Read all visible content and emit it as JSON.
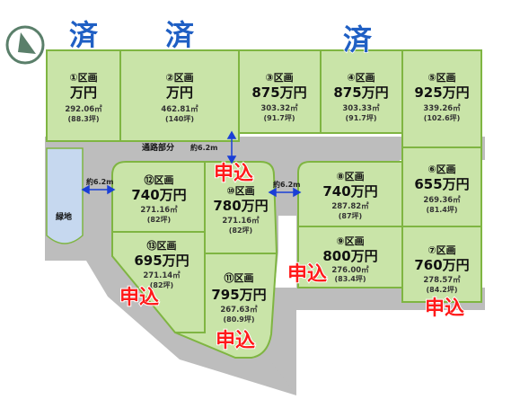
{
  "road": {
    "label": "通路部分",
    "width_label": "約6.2m"
  },
  "green_space": {
    "label": "緑地"
  },
  "dimensions": {
    "left": "約6.2m",
    "right": "約6.2m"
  },
  "lots": [
    {
      "num": "①区画",
      "price": "万円",
      "area": "292.06㎡",
      "tsubo": "(88.3坪)"
    },
    {
      "num": "②区画",
      "price": "万円",
      "area": "462.81㎡",
      "tsubo": "(140坪)"
    },
    {
      "num": "③区画",
      "price": "875万円",
      "area": "303.32㎡",
      "tsubo": "(91.7坪)"
    },
    {
      "num": "④区画",
      "price": "875万円",
      "area": "303.33㎡",
      "tsubo": "(91.7坪)"
    },
    {
      "num": "⑤区画",
      "price": "925万円",
      "area": "339.26㎡",
      "tsubo": "(102.6坪)"
    },
    {
      "num": "⑥区画",
      "price": "655万円",
      "area": "269.36㎡",
      "tsubo": "(81.4坪)"
    },
    {
      "num": "⑦区画",
      "price": "760万円",
      "area": "278.57㎡",
      "tsubo": "(84.2坪)"
    },
    {
      "num": "⑧区画",
      "price": "740万円",
      "area": "287.82㎡",
      "tsubo": "(87坪)"
    },
    {
      "num": "⑨区画",
      "price": "800万円",
      "area": "276.00㎡",
      "tsubo": "(83.4坪)"
    },
    {
      "num": "⑩区画",
      "price": "780万円",
      "area": "271.16㎡",
      "tsubo": "(82坪)"
    },
    {
      "num": "⑪区画",
      "price": "795万円",
      "area": "267.63㎡",
      "tsubo": "(80.9坪)"
    },
    {
      "num": "⑫区画",
      "price": "740万円",
      "area": "271.16㎡",
      "tsubo": "(82坪)"
    },
    {
      "num": "⑬区画",
      "price": "695万円",
      "area": "271.14㎡",
      "tsubo": "(82坪)"
    }
  ],
  "status_marks": {
    "sold_label": "済",
    "applied_label": "申込",
    "sold_lots": [
      "①区画",
      "②区画",
      "④区画"
    ],
    "applied_lots": [
      "⑦区画",
      "⑨区画",
      "⑩区画",
      "⑪区画",
      "⑬区画"
    ]
  },
  "compass": {
    "icon": "north-arrow-icon"
  },
  "colors": {
    "lot_fill": "#c9e4a8",
    "lot_border": "#7fb542",
    "road": "#bdbdbd",
    "green_space": "#c6d8ef",
    "sold": "#1f5fc4",
    "applied": "#ff1a1a",
    "arrow": "#1a3fd6"
  }
}
